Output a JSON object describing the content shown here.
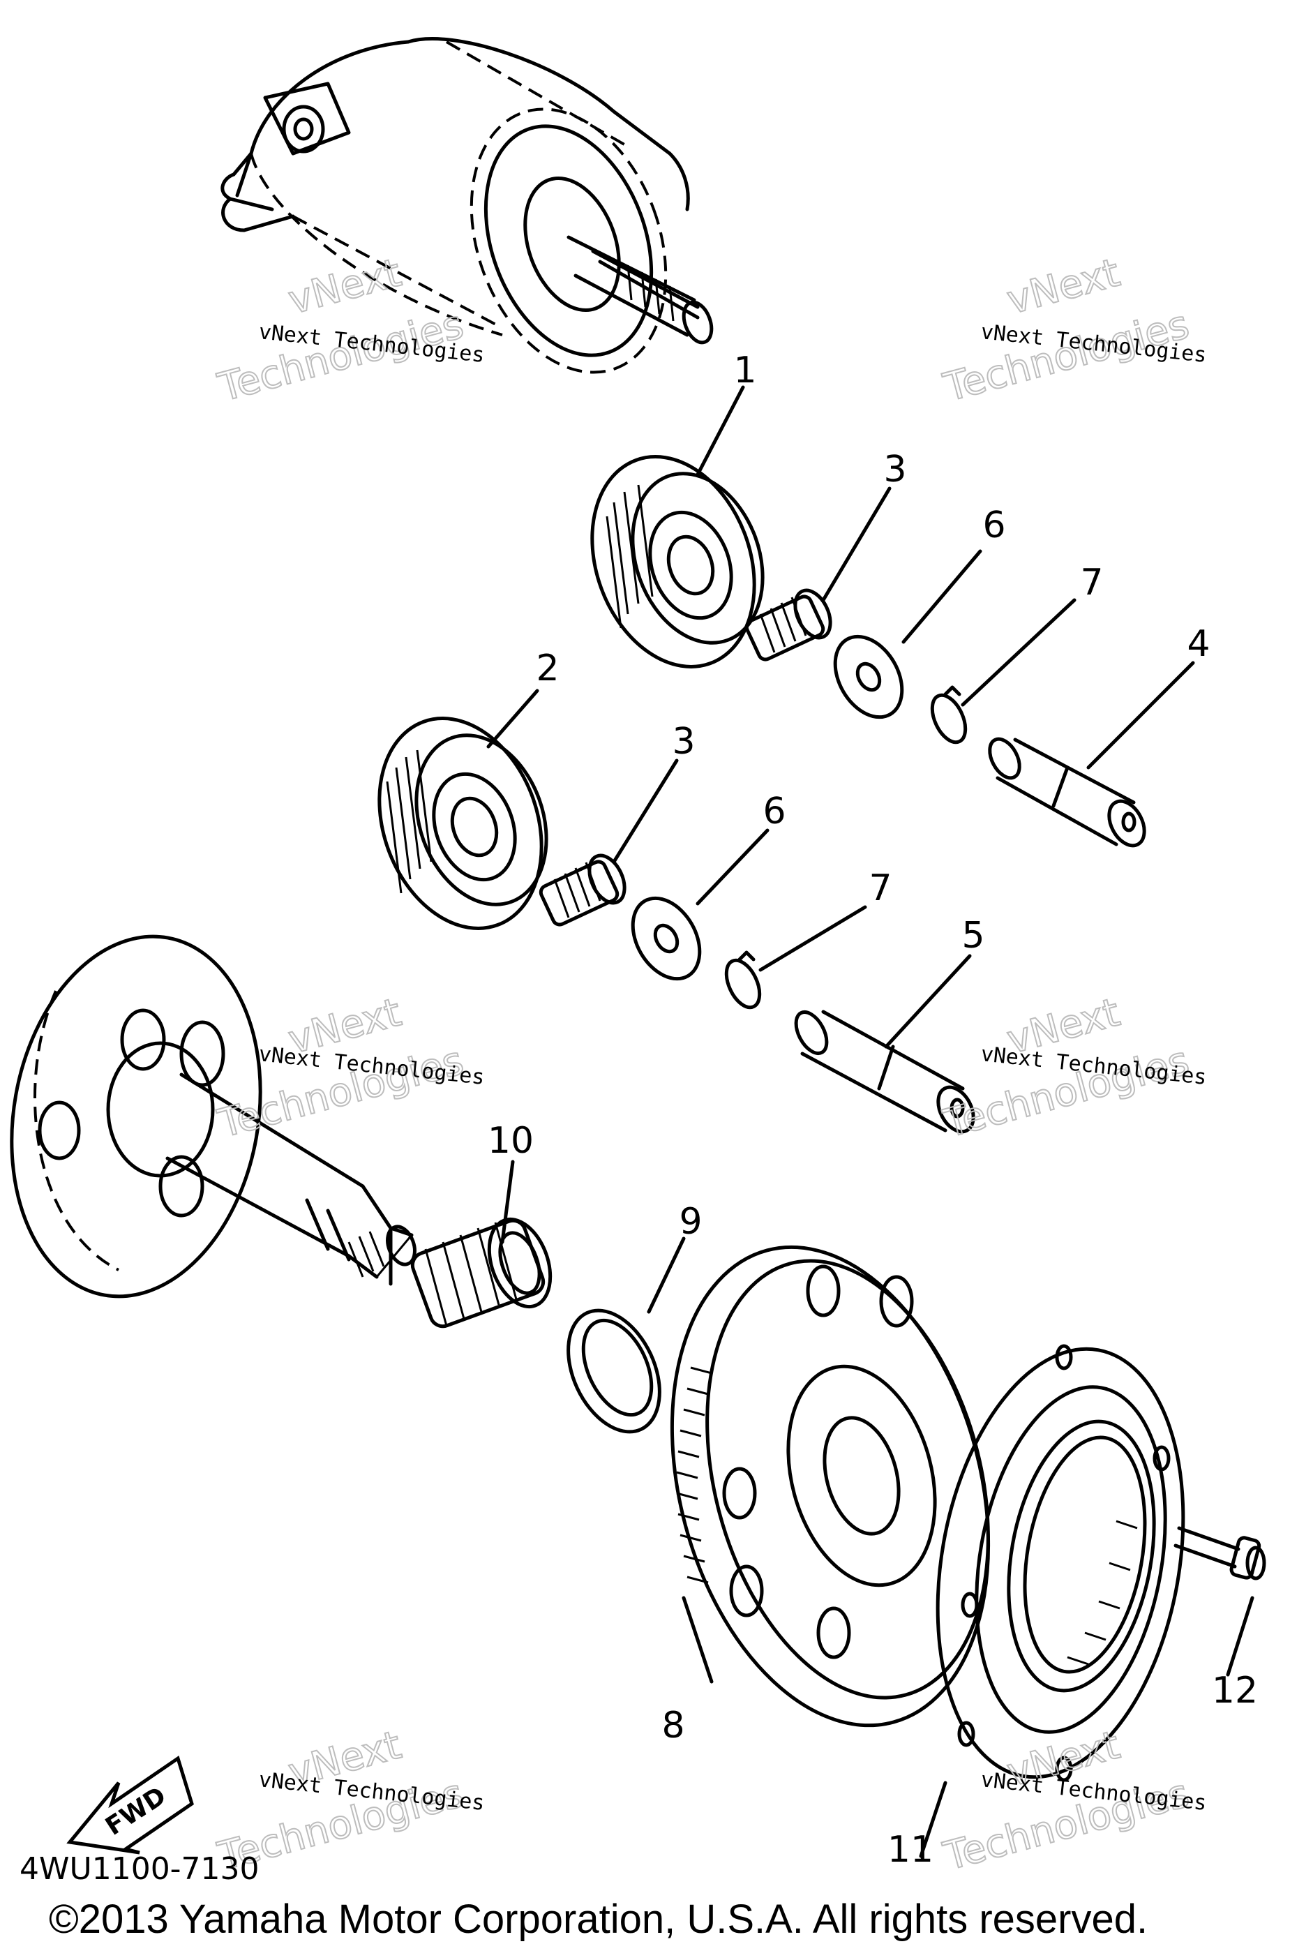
{
  "callouts": [
    "1",
    "2",
    "3",
    "3",
    "4",
    "5",
    "6",
    "6",
    "7",
    "7",
    "8",
    "9",
    "10",
    "11",
    "12"
  ],
  "watermark": {
    "line1": "vNext Technologies",
    "line2": "vNext",
    "line3": "Technologies"
  },
  "fwd_label": "FWD",
  "part_code": "4WU1100-7130",
  "copyright": "©2013 Yamaha Motor Corporation, U.S.A. All rights reserved."
}
